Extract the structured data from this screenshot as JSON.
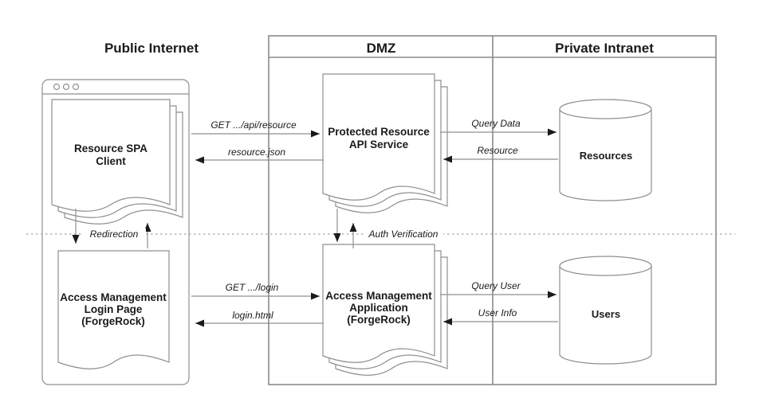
{
  "zones": {
    "public_internet": {
      "label": "Public Internet"
    },
    "dmz": {
      "label": "DMZ"
    },
    "private_intranet": {
      "label": "Private Intranet"
    }
  },
  "nodes": {
    "spa_client": {
      "lines": [
        "Resource SPA",
        "Client"
      ]
    },
    "login_page": {
      "lines": [
        "Access Management",
        "Login Page",
        "(ForgeRock)"
      ]
    },
    "api_service": {
      "lines": [
        "Protected Resource",
        "API Service"
      ]
    },
    "am_app": {
      "lines": [
        "Access Management",
        "Application",
        "(ForgeRock)"
      ]
    },
    "resources_db": {
      "label": "Resources"
    },
    "users_db": {
      "label": "Users"
    }
  },
  "flows": {
    "get_api_resource": {
      "label": "GET .../api/resource"
    },
    "resource_json": {
      "label": "resource.json"
    },
    "query_data": {
      "label": "Query Data"
    },
    "resource": {
      "label": "Resource"
    },
    "redirection": {
      "label": "Redirection"
    },
    "auth_verification": {
      "label": "Auth Verification"
    },
    "get_login": {
      "label": "GET .../login"
    },
    "login_html": {
      "label": "login.html"
    },
    "query_user": {
      "label": "Query User"
    },
    "user_info": {
      "label": "User Info"
    }
  },
  "colors": {
    "line": "#8f8f8f",
    "arrowhead": "#1a1a1a",
    "text": "#1a1a1a",
    "background": "#ffffff"
  }
}
